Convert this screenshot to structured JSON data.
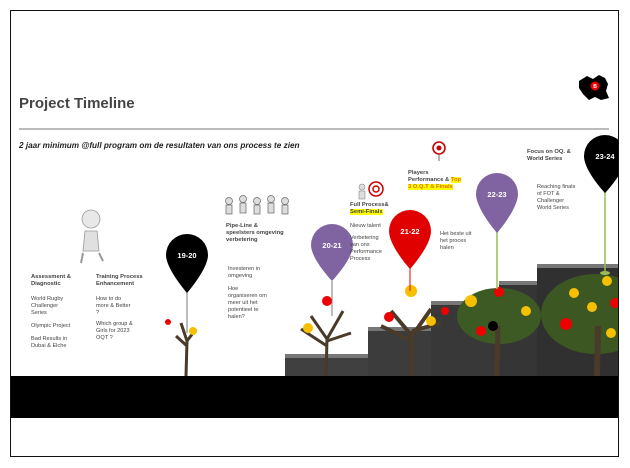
{
  "slide": {
    "title": "Project Timeline",
    "subtitle": "2 jaar minimum  @full program om de resultaten van ons process te zien"
  },
  "stages": [
    {
      "label": "19-20",
      "color": "#000000"
    },
    {
      "label": "20-21",
      "color": "#8064a2"
    },
    {
      "label": "21-22",
      "color": "#ff0000"
    },
    {
      "label": "22-23",
      "color": "#8064a2"
    },
    {
      "label": "23-24",
      "color": "#000000"
    }
  ],
  "col1": {
    "header_l1": "Assessment &",
    "header_l2": "Diagnostic",
    "items": [
      "World Rugby",
      "Challenger",
      "Series",
      "Olympic Project",
      "Bad Results in",
      "Dubai & Elche"
    ]
  },
  "col2": {
    "header_l1": "Training Process",
    "header_l2": "Enhancement",
    "items": [
      "How to do",
      "more & Better",
      "?",
      "Which group &",
      "Girls for 2023",
      "OQT ?"
    ]
  },
  "col3": {
    "header_l1": "Pipe-Line &",
    "header_l2": "speelsters omgeving",
    "header_l3": "verbetering",
    "items": [
      "Investeren in",
      "omgeving",
      "Hoe",
      "organiseren om",
      "meer uit het",
      "potentieel te",
      "halen?"
    ]
  },
  "col4": {
    "header_l1": "Full Process&",
    "header_l2": "Semi-Finals",
    "items": [
      "Nieuw talent",
      "Verbetering",
      "van ons",
      "Performance",
      "Process"
    ]
  },
  "col5": {
    "header_l1": "Players",
    "header_l2a": "Performance & ",
    "header_l2b": "Top",
    "header_l3": "3 O.Q.T  & Finals",
    "items": [
      "Het beste uit",
      "het proces",
      "halen"
    ]
  },
  "col6": {
    "header_l1": "Focus on OQ. &",
    "header_l2": "World Series",
    "items": [
      "Reaching finals",
      "of FOT &",
      "Challenger",
      "World Series"
    ]
  },
  "icons": [
    "question-person-icon",
    "team-people-icon",
    "target-icon",
    "target-small-icon",
    "belgium-map-logo"
  ]
}
